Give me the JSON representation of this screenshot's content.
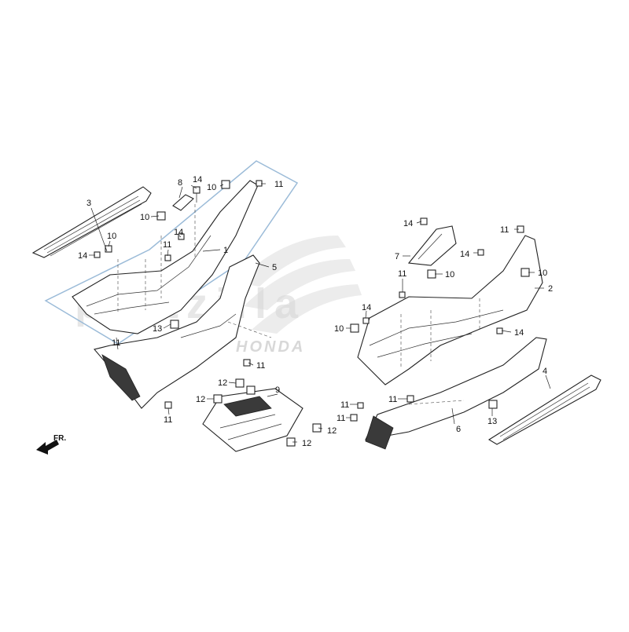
{
  "watermark": {
    "brand": "HONDA",
    "site_text": "partzilla"
  },
  "direction_marker": "FR.",
  "callouts": {
    "p1": "1",
    "p2": "2",
    "p3": "3",
    "p4": "4",
    "p5": "5",
    "p6": "6",
    "p7": "7",
    "p8": "8",
    "p9": "9",
    "p10a": "10",
    "p10b": "10",
    "p10c": "10",
    "p10d": "10",
    "p10e": "10",
    "p11a": "11",
    "p11b": "11",
    "p11c": "11",
    "p11d": "11",
    "p11e": "11",
    "p11f": "11",
    "p11g": "11",
    "p11h": "11",
    "p11i": "11",
    "p12a": "12",
    "p12b": "12",
    "p12c": "12",
    "p13a": "13",
    "p13b": "13",
    "p14a": "14",
    "p14b": "14",
    "p14c": "14",
    "p14d": "14",
    "p14e": "14",
    "p14f": "14",
    "p14g": "14"
  },
  "colors": {
    "outline_highlight": "#9bbbd8",
    "line": "#222222",
    "watermark": "#d8d8d8"
  }
}
